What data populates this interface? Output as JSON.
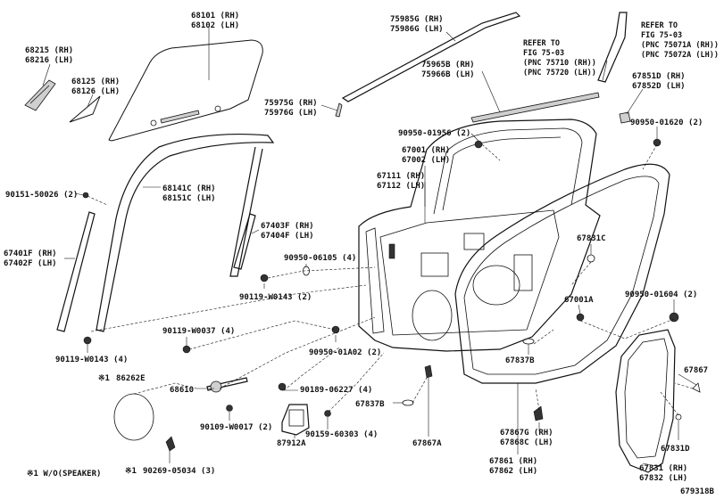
{
  "labels": {
    "p68101": "68101 (RH)",
    "p68102": "68102 (LH)",
    "p68215": "68215 (RH)",
    "p68216": "68216 (LH)",
    "p68125": "68125 (RH)",
    "p68126": "68126 (LH)",
    "p75985g": "75985G (RH)",
    "p75986g": "75986G (LH)",
    "ref1_l1": "REFER TO",
    "ref1_l2": "FIG 75-03",
    "ref1_l3": "(PNC 75710 (RH))",
    "ref1_l4": "(PNC 75720 (LH))",
    "ref2_l1": "REFER TO",
    "ref2_l2": "FIG 75-03",
    "ref2_l3": "(PNC 75071A (RH))",
    "ref2_l4": "(PNC 75072A (LH))",
    "p75965b": "75965B (RH)",
    "p75966b": "75966B (LH)",
    "p75975g": "75975G (RH)",
    "p75976g": "75976G (LH)",
    "p67851d": "67851D (RH)",
    "p67852d": "67852D (LH)",
    "p90950_01956": "90950-01956 (2)",
    "p90950_01620": "90950-01620 (2)",
    "p67001": "67001 (RH)",
    "p67002": "67002 (LH)",
    "p90151_50026": "90151-50026 (2)",
    "p68141c": "68141C (RH)",
    "p68151c": "68151C (LH)",
    "p67111": "67111 (RH)",
    "p67112": "67112 (LH)",
    "p67403f": "67403F (RH)",
    "p67404f": "67404F (LH)",
    "p67831c": "67831C",
    "p67401f": "67401F (RH)",
    "p67402f": "67402F (LH)",
    "p90950_06105": "90950-06105 (4)",
    "p90119_w0143a": "90119-W0143 (2)",
    "p67001a": "67001A",
    "p90950_01604": "90950-01604 (2)",
    "p90119_w0037": "90119-W0037 (4)",
    "p90950_01a02": "90950-01A02 (2)",
    "p90119_w0143b": "90119-W0143 (4)",
    "p67837b1": "67837B",
    "p86262e": "86262E",
    "note_mark1": "※1",
    "p68610": "68610",
    "p90189_06227": "90189-06227 (4)",
    "p67867": "67867",
    "p67837b2": "67837B",
    "p90109_w0017": "90109-W0017 (2)",
    "p67867g": "67867G (RH)",
    "p67868c": "67868C (LH)",
    "p90159_60303": "90159-60303 (4)",
    "p87912a": "87912A",
    "p67867a": "67867A",
    "p67831d": "67831D",
    "note_mark2": "※1",
    "p90269_05034": "90269-05034 (3)",
    "p67861": "67861 (RH)",
    "p67862": "67862 (LH)",
    "p67831": "67831 (RH)",
    "p67832": "67832 (LH)",
    "note_wo": "※1 W/O(SPEAKER)",
    "fig_id": "679318B"
  }
}
